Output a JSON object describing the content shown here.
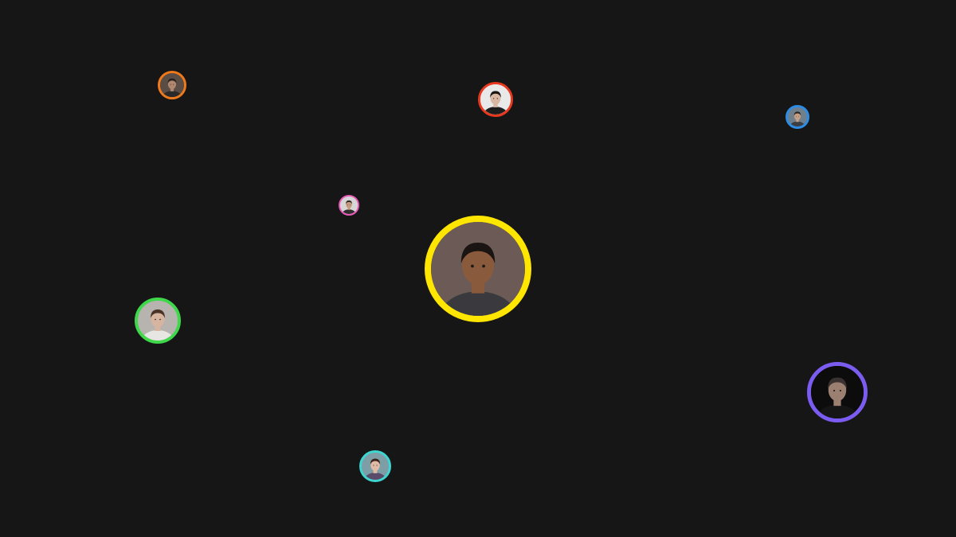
{
  "canvas": {
    "background": "#161616"
  },
  "avatars": [
    {
      "id": "center-user",
      "ring_color": "#FFE600",
      "photo_bg": "#6b5a55",
      "skin": "#8a5a3c",
      "hair": "#1a1412",
      "shirt": "#3a3a3e",
      "icon": "person-photo-icon"
    },
    {
      "id": "orange-user",
      "ring_color": "#F07A1A",
      "photo_bg": "#5a4d45",
      "skin": "#b08770",
      "hair": "#2a201a",
      "shirt": "#2a2a2a",
      "icon": "person-photo-icon"
    },
    {
      "id": "red-user",
      "ring_color": "#E8391E",
      "photo_bg": "#e9e9e9",
      "skin": "#d9b7a3",
      "hair": "#1a1715",
      "shirt": "#1d1d1d",
      "icon": "person-photo-icon"
    },
    {
      "id": "blue-user",
      "ring_color": "#2D8DE6",
      "photo_bg": "#6f7f8c",
      "skin": "#c5a084",
      "hair": "#2a2522",
      "shirt": "#3b3f45",
      "icon": "person-photo-icon"
    },
    {
      "id": "pink-user",
      "ring_color": "#E85AB8",
      "photo_bg": "#d6d6d6",
      "skin": "#c69a7e",
      "hair": "#2d2622",
      "shirt": "#2c2c2c",
      "icon": "person-photo-icon"
    },
    {
      "id": "green-user",
      "ring_color": "#3FD84A",
      "photo_bg": "#b7b3ae",
      "skin": "#d7b4a0",
      "hair": "#4a3326",
      "shirt": "#e8e6e3",
      "icon": "person-photo-icon"
    },
    {
      "id": "purple-user",
      "ring_color": "#7B5CF0",
      "photo_bg": "#0c0c0c",
      "skin": "#9b7f70",
      "hair": "#3a3230",
      "shirt": "#151515",
      "icon": "person-photo-icon"
    },
    {
      "id": "teal-user",
      "ring_color": "#3DD6D0",
      "photo_bg": "#7d9ea6",
      "skin": "#e0bba6",
      "hair": "#3a2418",
      "shirt": "#5a4b6a",
      "icon": "person-photo-icon"
    }
  ]
}
